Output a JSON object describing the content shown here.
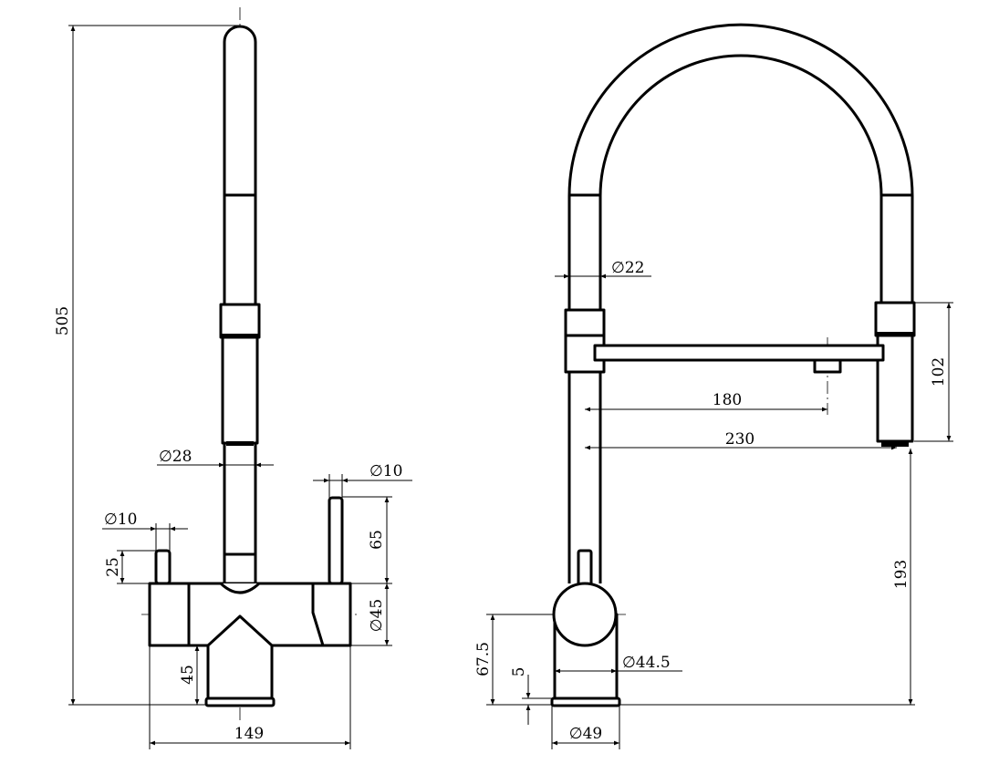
{
  "dimensions": {
    "total_height": "505",
    "left_spout_diameter": "∅28",
    "right_handle_diameter": "∅10",
    "left_handle_diameter": "∅10",
    "right_handle_height": "65",
    "left_handle_height": "25",
    "body_diameter": "∅45",
    "base_height": "45",
    "base_width": "149",
    "hose_diameter": "∅22",
    "spray_reach": "180",
    "spout_reach": "230",
    "sprayer_length": "102",
    "outlet_height": "193",
    "body_height": "67.5",
    "flange_height": "5",
    "column_diameter": "∅44.5",
    "flange_diameter": "∅49"
  }
}
